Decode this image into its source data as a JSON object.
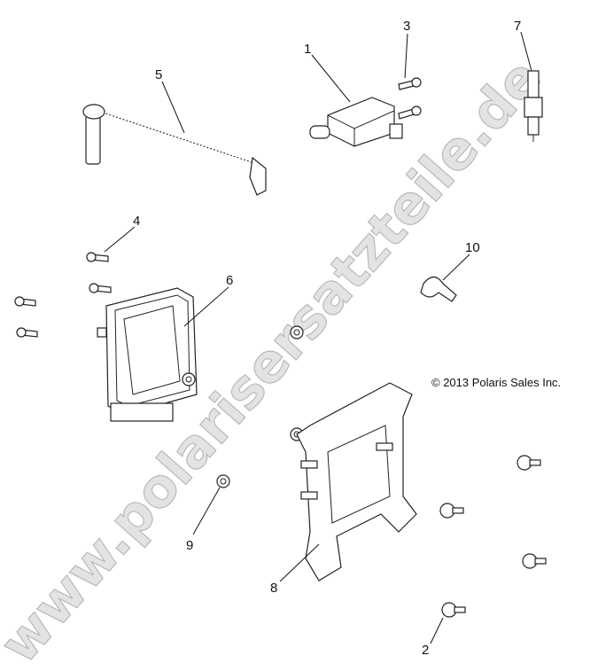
{
  "diagram": {
    "callouts": [
      "1",
      "2",
      "3",
      "4",
      "5",
      "6",
      "7",
      "8",
      "9",
      "10"
    ],
    "copyright": "© 2013 Polaris Sales Inc.",
    "watermark": "www.polarisersatzteile.de"
  }
}
